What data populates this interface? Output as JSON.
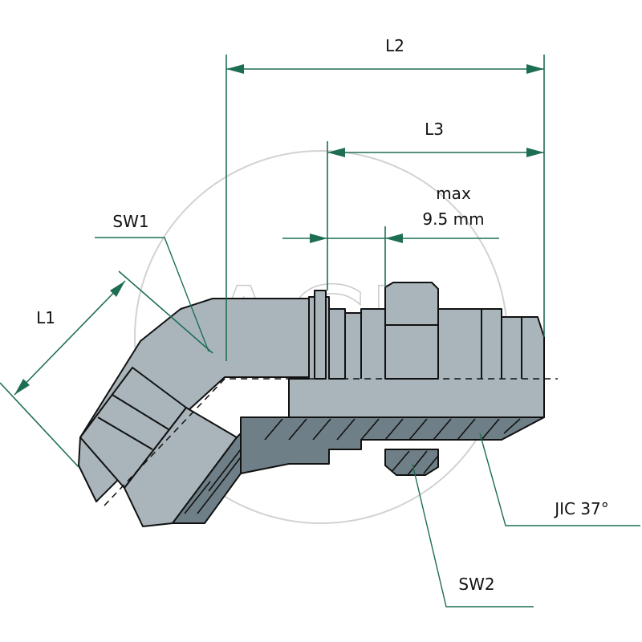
{
  "labels": {
    "l2": "L2",
    "l3": "L3",
    "max_line1": "max",
    "max_line2": "9.5 mm",
    "sw1": "SW1",
    "l1": "L1",
    "jic": "JIC 37°",
    "sw2": "SW2"
  },
  "watermark": "ACP",
  "colors": {
    "dimension_line": "#1e6e52",
    "body_fill": "#a9b5bb",
    "section_fill": "#6f7f87",
    "outline": "#111111",
    "watermark": "#c9c9c9"
  }
}
